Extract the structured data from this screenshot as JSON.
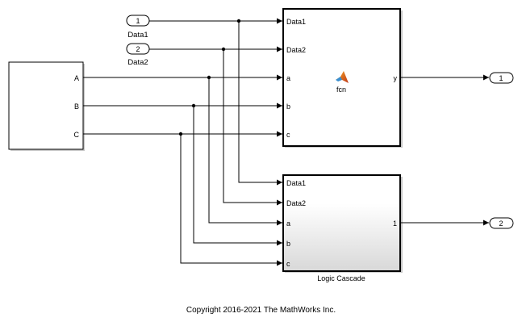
{
  "inports": [
    {
      "number": "1",
      "label": "Data1"
    },
    {
      "number": "2",
      "label": "Data2"
    }
  ],
  "source_block": {
    "outputs": [
      "A",
      "B",
      "C"
    ]
  },
  "fcn_block": {
    "name": "fcn",
    "icon": "matlab-logo-icon",
    "inputs": [
      "Data1",
      "Data2",
      "a",
      "b",
      "c"
    ],
    "output": "y"
  },
  "cascade_block": {
    "name": "Logic Cascade",
    "inputs": [
      "Data1",
      "Data2",
      "a",
      "b",
      "c"
    ],
    "output": "1"
  },
  "outports": [
    {
      "number": "1"
    },
    {
      "number": "2"
    }
  ],
  "footer": {
    "copyright": "Copyright 2016-2021 The MathWorks Inc."
  }
}
